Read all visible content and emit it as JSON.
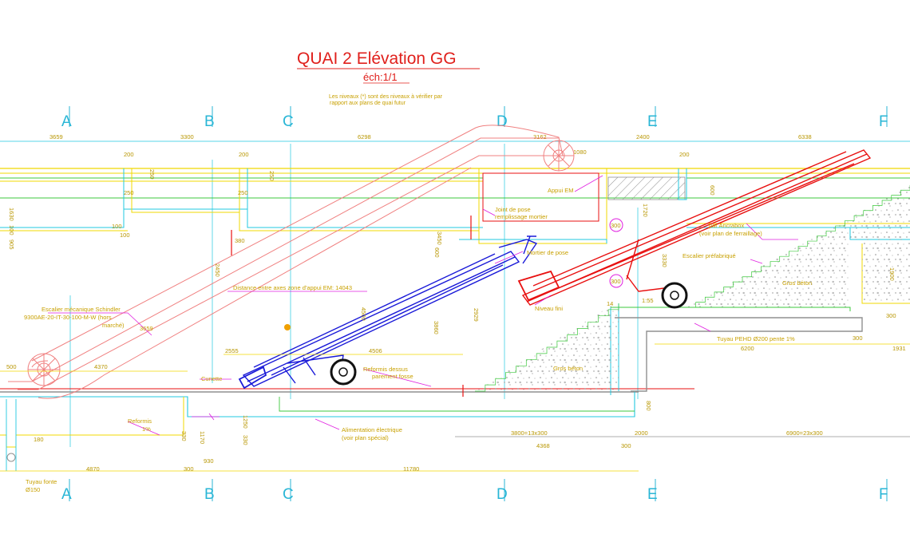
{
  "title": "QUAI 2 Elévation GG",
  "scale": "éch:1/1",
  "note_line1": "Les niveaux (*) sont des niveaux à vérifier par",
  "note_line2": "rapport aux plans de quai futur",
  "grid_axes": [
    "A",
    "B",
    "C",
    "D",
    "E",
    "F"
  ],
  "top_dims": {
    "d1": "3659",
    "d2": "3300",
    "d3": "6298",
    "d4": "3162",
    "d5": "2400",
    "d6": "6338",
    "d7": "200",
    "d8": "200",
    "d9": "200",
    "d10": "1080"
  },
  "dims": {
    "v1630": "1630",
    "v905": "905",
    "v100a": "100",
    "v100b": "100",
    "v250a": "250",
    "v250b": "250",
    "v250c": "250",
    "v380": "380",
    "v2450": "2450",
    "v1720": "1720",
    "v600a": "600",
    "v600b": "600",
    "v3450": "3450",
    "v3330": "3330",
    "v1900": "1900",
    "v3860": "3860",
    "v2929": "2929",
    "v4500": "4500",
    "h500": "500",
    "h4370": "4370",
    "h2555": "2555",
    "h4506": "4506",
    "h6200": "6200",
    "h1931": "1931",
    "h300a": "300",
    "h300b": "300",
    "h14": "14",
    "h155": "1:55",
    "v1250": "1250",
    "v330a": "330",
    "v330b": "330",
    "h930": "930",
    "h300c": "300",
    "h4870": "4870",
    "h11780": "11780",
    "h3800": "3800=13x300",
    "h4368": "4368",
    "h300d": "300",
    "h2000": "2000",
    "h6900": "6900=23x300",
    "v800": "800",
    "h1170": "1170",
    "v180": "180"
  },
  "labels": {
    "appui_em": "Appui EM",
    "joint_line1": "Joint de pose",
    "joint_line2": "remplissage mortier",
    "mortier": "Mortier de pose",
    "distance": "Distance entre axes zone d'appui EM: 14043",
    "escalier_line1": "Escalier mécanique Schindler",
    "escalier_line2": "9300AE-20-IT-30-100-M-W (hors",
    "escalier_line3": "marché)",
    "cunette": "Cunette",
    "reformis_dessus_line1": "Reformis dessus",
    "reformis_dessus_line2": "parement fosse",
    "niveau_fini": "Niveau fini",
    "gros_beton_a": "Gros béton",
    "gros_beton_b": "Gros béton",
    "escalier_pref": "Escalier préfabriqué",
    "ancrabox_line1": "par Ancrabox",
    "ancrabox_line2": "(voir plan de ferraillage)",
    "tuyau_pehd": "Tuyau PEHD Ø200 pente 1%",
    "reformis_line1": "Reformis",
    "reformis_line2": "1%",
    "alim_line1": "Alimentation électrique",
    "alim_line2": "(voir plan spécial)",
    "tuyau_fonte_line1": "Tuyau fonte",
    "tuyau_fonte_line2": "Ø150",
    "num300a": "300",
    "num300b": "300"
  },
  "colors": {
    "title": "#e0201c",
    "grid": "#29b6d6",
    "structure_yellow": "#f0d800",
    "green_line": "#3cc83c",
    "cyan_line": "#22c8e0",
    "escalator_pink": "#f08080",
    "conveyor_blue": "#1a1ad8",
    "conveyor_red": "#e81010",
    "magenta": "#e020e0",
    "hatch_grey": "#909090"
  }
}
